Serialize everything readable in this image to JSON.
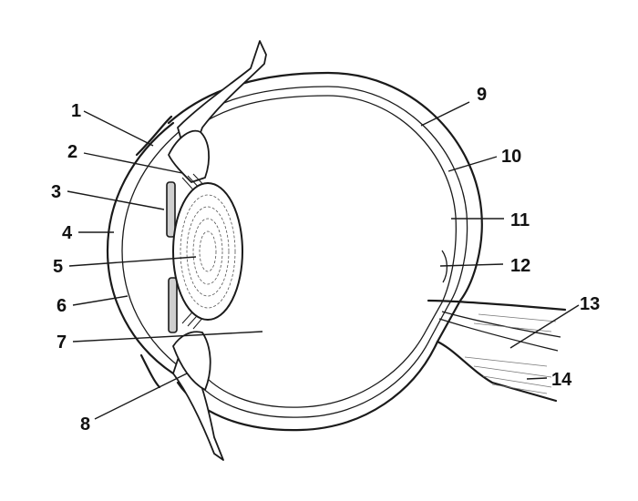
{
  "diagram": {
    "labels": [
      "1",
      "2",
      "3",
      "4",
      "5",
      "6",
      "7",
      "8",
      "9",
      "10",
      "11",
      "12",
      "13",
      "14"
    ]
  },
  "colors": {
    "line": "#1a1a1a",
    "fill_grey": "#cfcfcf",
    "background": "#ffffff"
  }
}
